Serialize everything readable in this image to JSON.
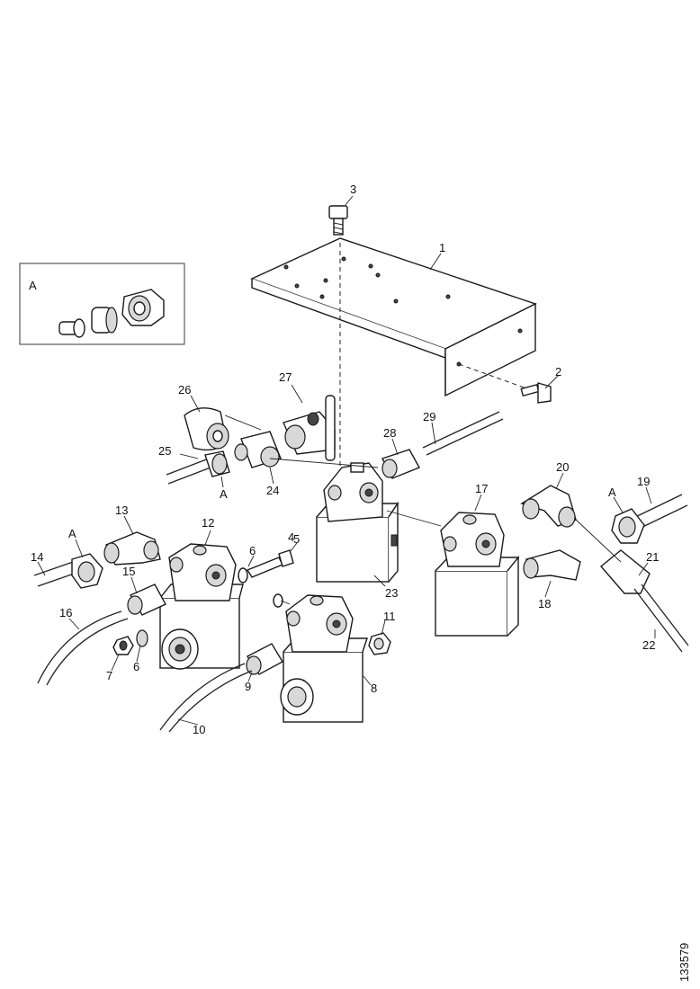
{
  "detail_box": {
    "title": "A"
  },
  "labels": {
    "n1": "1",
    "n2": "2",
    "n3": "3",
    "n4": "4",
    "n5": "5",
    "n6a": "6",
    "n6b": "6",
    "n7": "7",
    "n8": "8",
    "n9": "9",
    "n10": "10",
    "n11": "11",
    "n12": "12",
    "n13": "13",
    "n14": "14",
    "n15": "15",
    "n16": "16",
    "n17": "17",
    "n18": "18",
    "n19": "19",
    "n20": "20",
    "n21": "21",
    "n22": "22",
    "n23": "23",
    "n24": "24",
    "n25": "25",
    "n26": "26",
    "n27": "27",
    "n28": "28",
    "n29": "29",
    "a1": "A",
    "a2": "A",
    "a3": "A"
  },
  "figure_id": "133579",
  "colors": {
    "ink": "#1a1a1a",
    "paper": "#ffffff",
    "shade": "#d8d8d8"
  }
}
